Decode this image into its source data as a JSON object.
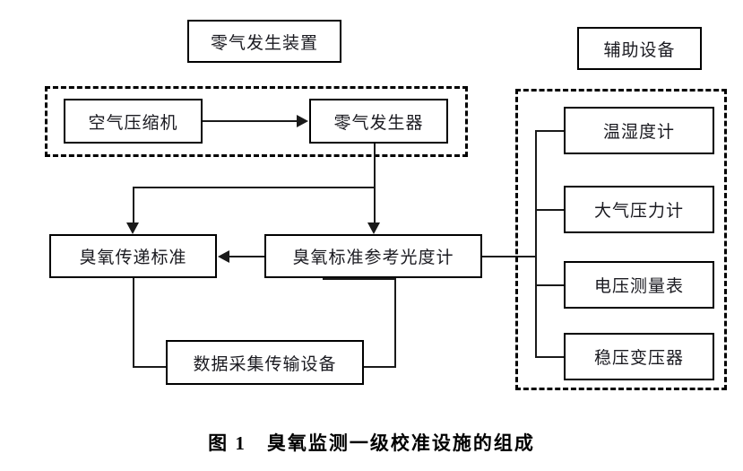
{
  "figure": {
    "caption": "图 1　臭氧监测一级校准设施的组成",
    "caption_label": "图 1",
    "caption_text": "臭氧监测一级校准设施的组成"
  },
  "groups": {
    "zero_air": {
      "title": "零气发生装置",
      "border_style": "dash-dot"
    },
    "auxiliary": {
      "title": "辅助设备",
      "border_style": "dash-dot"
    }
  },
  "nodes": {
    "air_compressor": "空气压缩机",
    "zero_air_generator": "零气发生器",
    "ozone_transfer_standard": "臭氧传递标准",
    "ozone_reference_photometer": "臭氧标准参考光度计",
    "data_acquisition": "数据采集传输设备",
    "hygrothermograph": "温湿度计",
    "barometer": "大气压力计",
    "voltmeter": "电压测量表",
    "voltage_regulator": "稳压变压器"
  },
  "connections": [
    {
      "from": "空气压缩机",
      "to": "零气发生器",
      "arrow": "right"
    },
    {
      "from": "零气发生器",
      "to": "臭氧传递标准",
      "arrow": "down"
    },
    {
      "from": "零气发生器",
      "to": "臭氧标准参考光度计",
      "arrow": "down"
    },
    {
      "from": "臭氧标准参考光度计",
      "to": "臭氧传递标准",
      "arrow": "left"
    },
    {
      "from": "臭氧传递标准",
      "to": "数据采集传输设备",
      "arrow": "none"
    },
    {
      "from": "臭氧标准参考光度计",
      "to": "数据采集传输设备",
      "arrow": "none"
    },
    {
      "from": "臭氧标准参考光度计",
      "to": "温湿度计",
      "arrow": "none"
    },
    {
      "from": "臭氧标准参考光度计",
      "to": "大气压力计",
      "arrow": "none"
    },
    {
      "from": "臭氧标准参考光度计",
      "to": "电压测量表",
      "arrow": "none"
    },
    {
      "from": "臭氧标准参考光度计",
      "to": "稳压变压器",
      "arrow": "none"
    }
  ],
  "colors": {
    "stroke": "#000000",
    "line": "#1a1a1a",
    "text": "#1a1a20",
    "background": "#ffffff"
  }
}
